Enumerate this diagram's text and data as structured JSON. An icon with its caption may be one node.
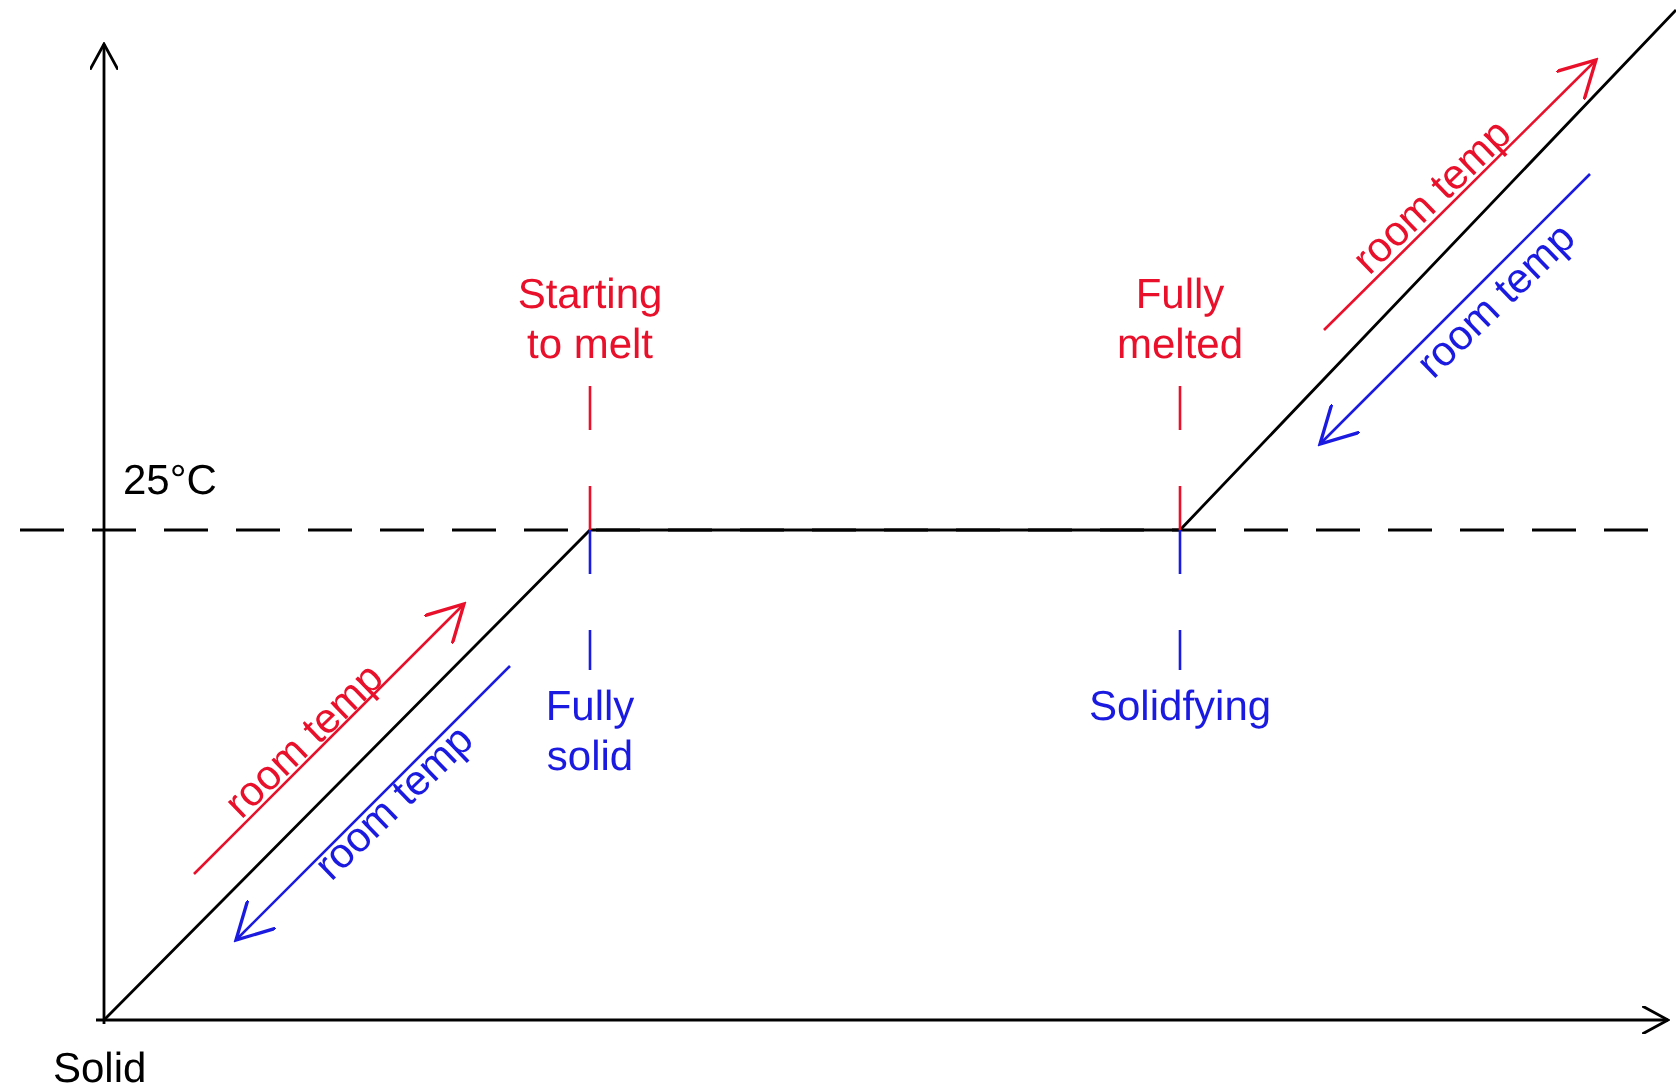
{
  "diagram": {
    "labels": [
      "room temp",
      "room temp",
      "Starting to melt",
      "Fully melted",
      "25°C",
      "room temp",
      "Fully solid",
      "Solidfying",
      "room temp",
      "Solid"
    ]
  }
}
